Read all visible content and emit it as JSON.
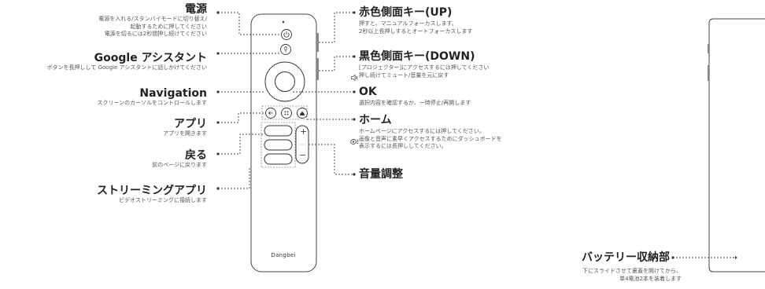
{
  "labels": {
    "power": {
      "title": "電源",
      "desc": [
        "電源を入れる/スタンバイモードに切り替え/",
        "起動するために押してください",
        "電源を切るには2秒間押し続けてください"
      ]
    },
    "assistant": {
      "title": "Google アシスタント",
      "desc": [
        "ボタンを長押しして Google アシスタントに話しかけてください"
      ]
    },
    "navigation": {
      "title": "Navigation",
      "desc": [
        "スクリーンのカーソルをコントロールします"
      ]
    },
    "apps": {
      "title": "アプリ",
      "desc": [
        "アプリを開きます"
      ]
    },
    "back": {
      "title": "戻る",
      "desc": [
        "前のページに戻ります"
      ]
    },
    "streaming": {
      "title": "ストリーミングアプリ",
      "desc": [
        "ビデオストリーミングに接続します"
      ]
    },
    "red_key": {
      "title": "赤色側面キー(UP)",
      "desc": [
        "押すと、マニュアルフォーカスします。",
        "2秒以上長押しするとオートフォーカスします"
      ]
    },
    "black_key": {
      "title": "黒色側面キー(DOWN)",
      "desc": [
        "[プロジェクター]にアクセスするには押してください",
        "押し続けてミュート/音量を元に戻す"
      ]
    },
    "ok": {
      "title": "OK",
      "desc": [
        "選択内容を確認するか、一時停止/再開します"
      ]
    },
    "home": {
      "title": "ホーム",
      "desc": [
        "ホームページにアクセスするには押してください。",
        "画像と音声に素早くアクセスするためにダッシュボードを",
        "表示するには長押ししてください。"
      ]
    },
    "volume": {
      "title": "音量調整"
    },
    "battery": {
      "title": "バッテリー収納部",
      "desc": [
        "下にスライドさせて裏蓋を開けてから、",
        "単4電池2本を装着します"
      ]
    }
  },
  "remote": {
    "brand": "Dangbei",
    "vol_plus": "+",
    "vol_minus": "−"
  },
  "icons": [
    "power-icon",
    "mic-icon",
    "back-arrow-icon",
    "apps-grid-icon",
    "home-icon",
    "mute-icon",
    "gear-menu-icon"
  ]
}
